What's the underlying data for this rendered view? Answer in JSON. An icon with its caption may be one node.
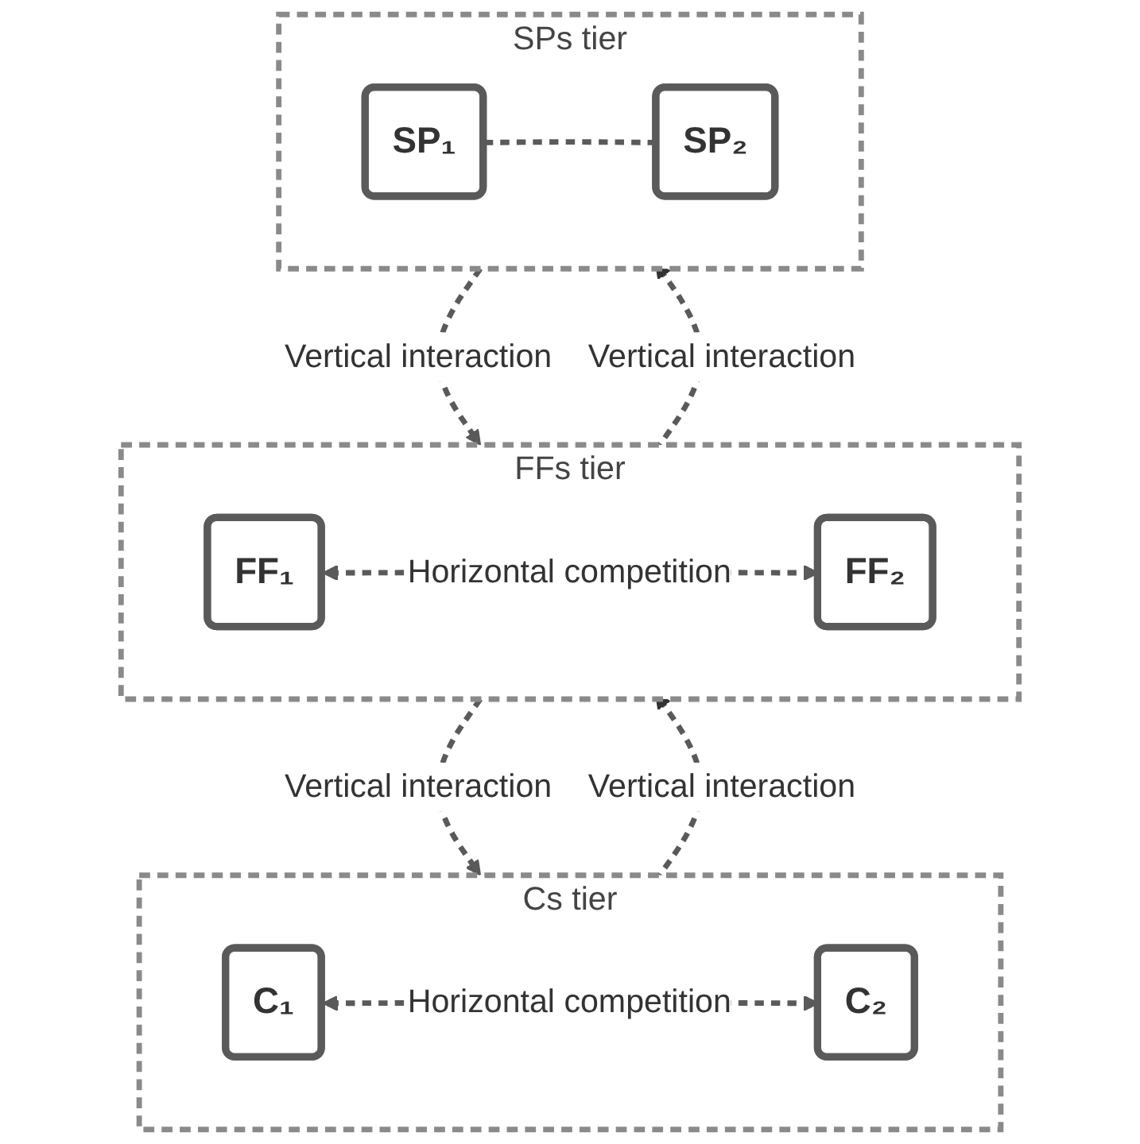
{
  "diagram": {
    "nodes": [
      {
        "text": [
          "SPs tier"
        ]
      },
      {
        "text": [
          "SP₁"
        ],
        "in": 0
      },
      {
        "text": [
          "SP₂"
        ],
        "in": 0
      },
      {
        "text": [
          "FFs tier"
        ]
      },
      {
        "text": [
          "FF₁"
        ],
        "in": 3
      },
      {
        "text": [
          "FF₂"
        ],
        "in": 3
      },
      {
        "text": [
          "Cs tier"
        ]
      },
      {
        "text": [
          "C₁"
        ],
        "in": 6
      },
      {
        "text": [
          "C₂"
        ],
        "in": 6
      }
    ],
    "edges": [
      {
        "from": 1,
        "to": 2,
        "arrow": "none",
        "style": "dashed"
      },
      {
        "from": 0,
        "to": 3,
        "arrow": "to",
        "style": "dashed",
        "label": "Vertical interaction"
      },
      {
        "from": 3,
        "to": 0,
        "arrow": "to",
        "style": "dashed",
        "label": "Vertical interaction"
      },
      {
        "from": 4,
        "to": 5,
        "arrow": "both",
        "style": "dashed",
        "label": "Horizontal competition"
      },
      {
        "from": 3,
        "to": 6,
        "arrow": "to",
        "style": "dashed",
        "label": "Vertical interaction"
      },
      {
        "from": 6,
        "to": 3,
        "arrow": "to",
        "style": "dashed",
        "label": "Vertical interaction"
      },
      {
        "from": 7,
        "to": 8,
        "arrow": "both",
        "style": "dashed",
        "label": "Horizontal competition"
      }
    ]
  }
}
